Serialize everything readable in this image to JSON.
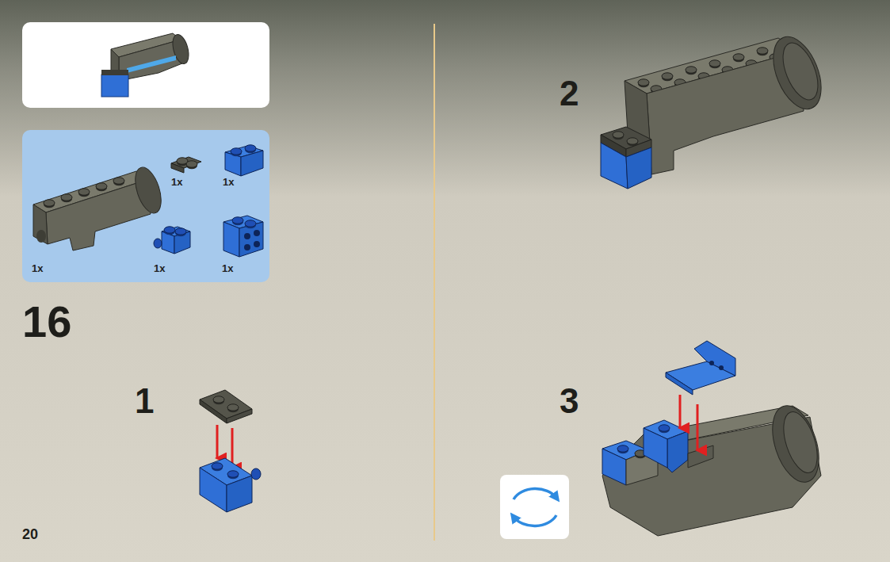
{
  "diagram": {
    "nodes": [
      {
        "text": [
          "1x",
          "1x",
          "1x",
          "1x",
          "1x"
        ]
      }
    ],
    "labels": [
      "16",
      "1",
      "20",
      "2",
      "3"
    ]
  }
}
